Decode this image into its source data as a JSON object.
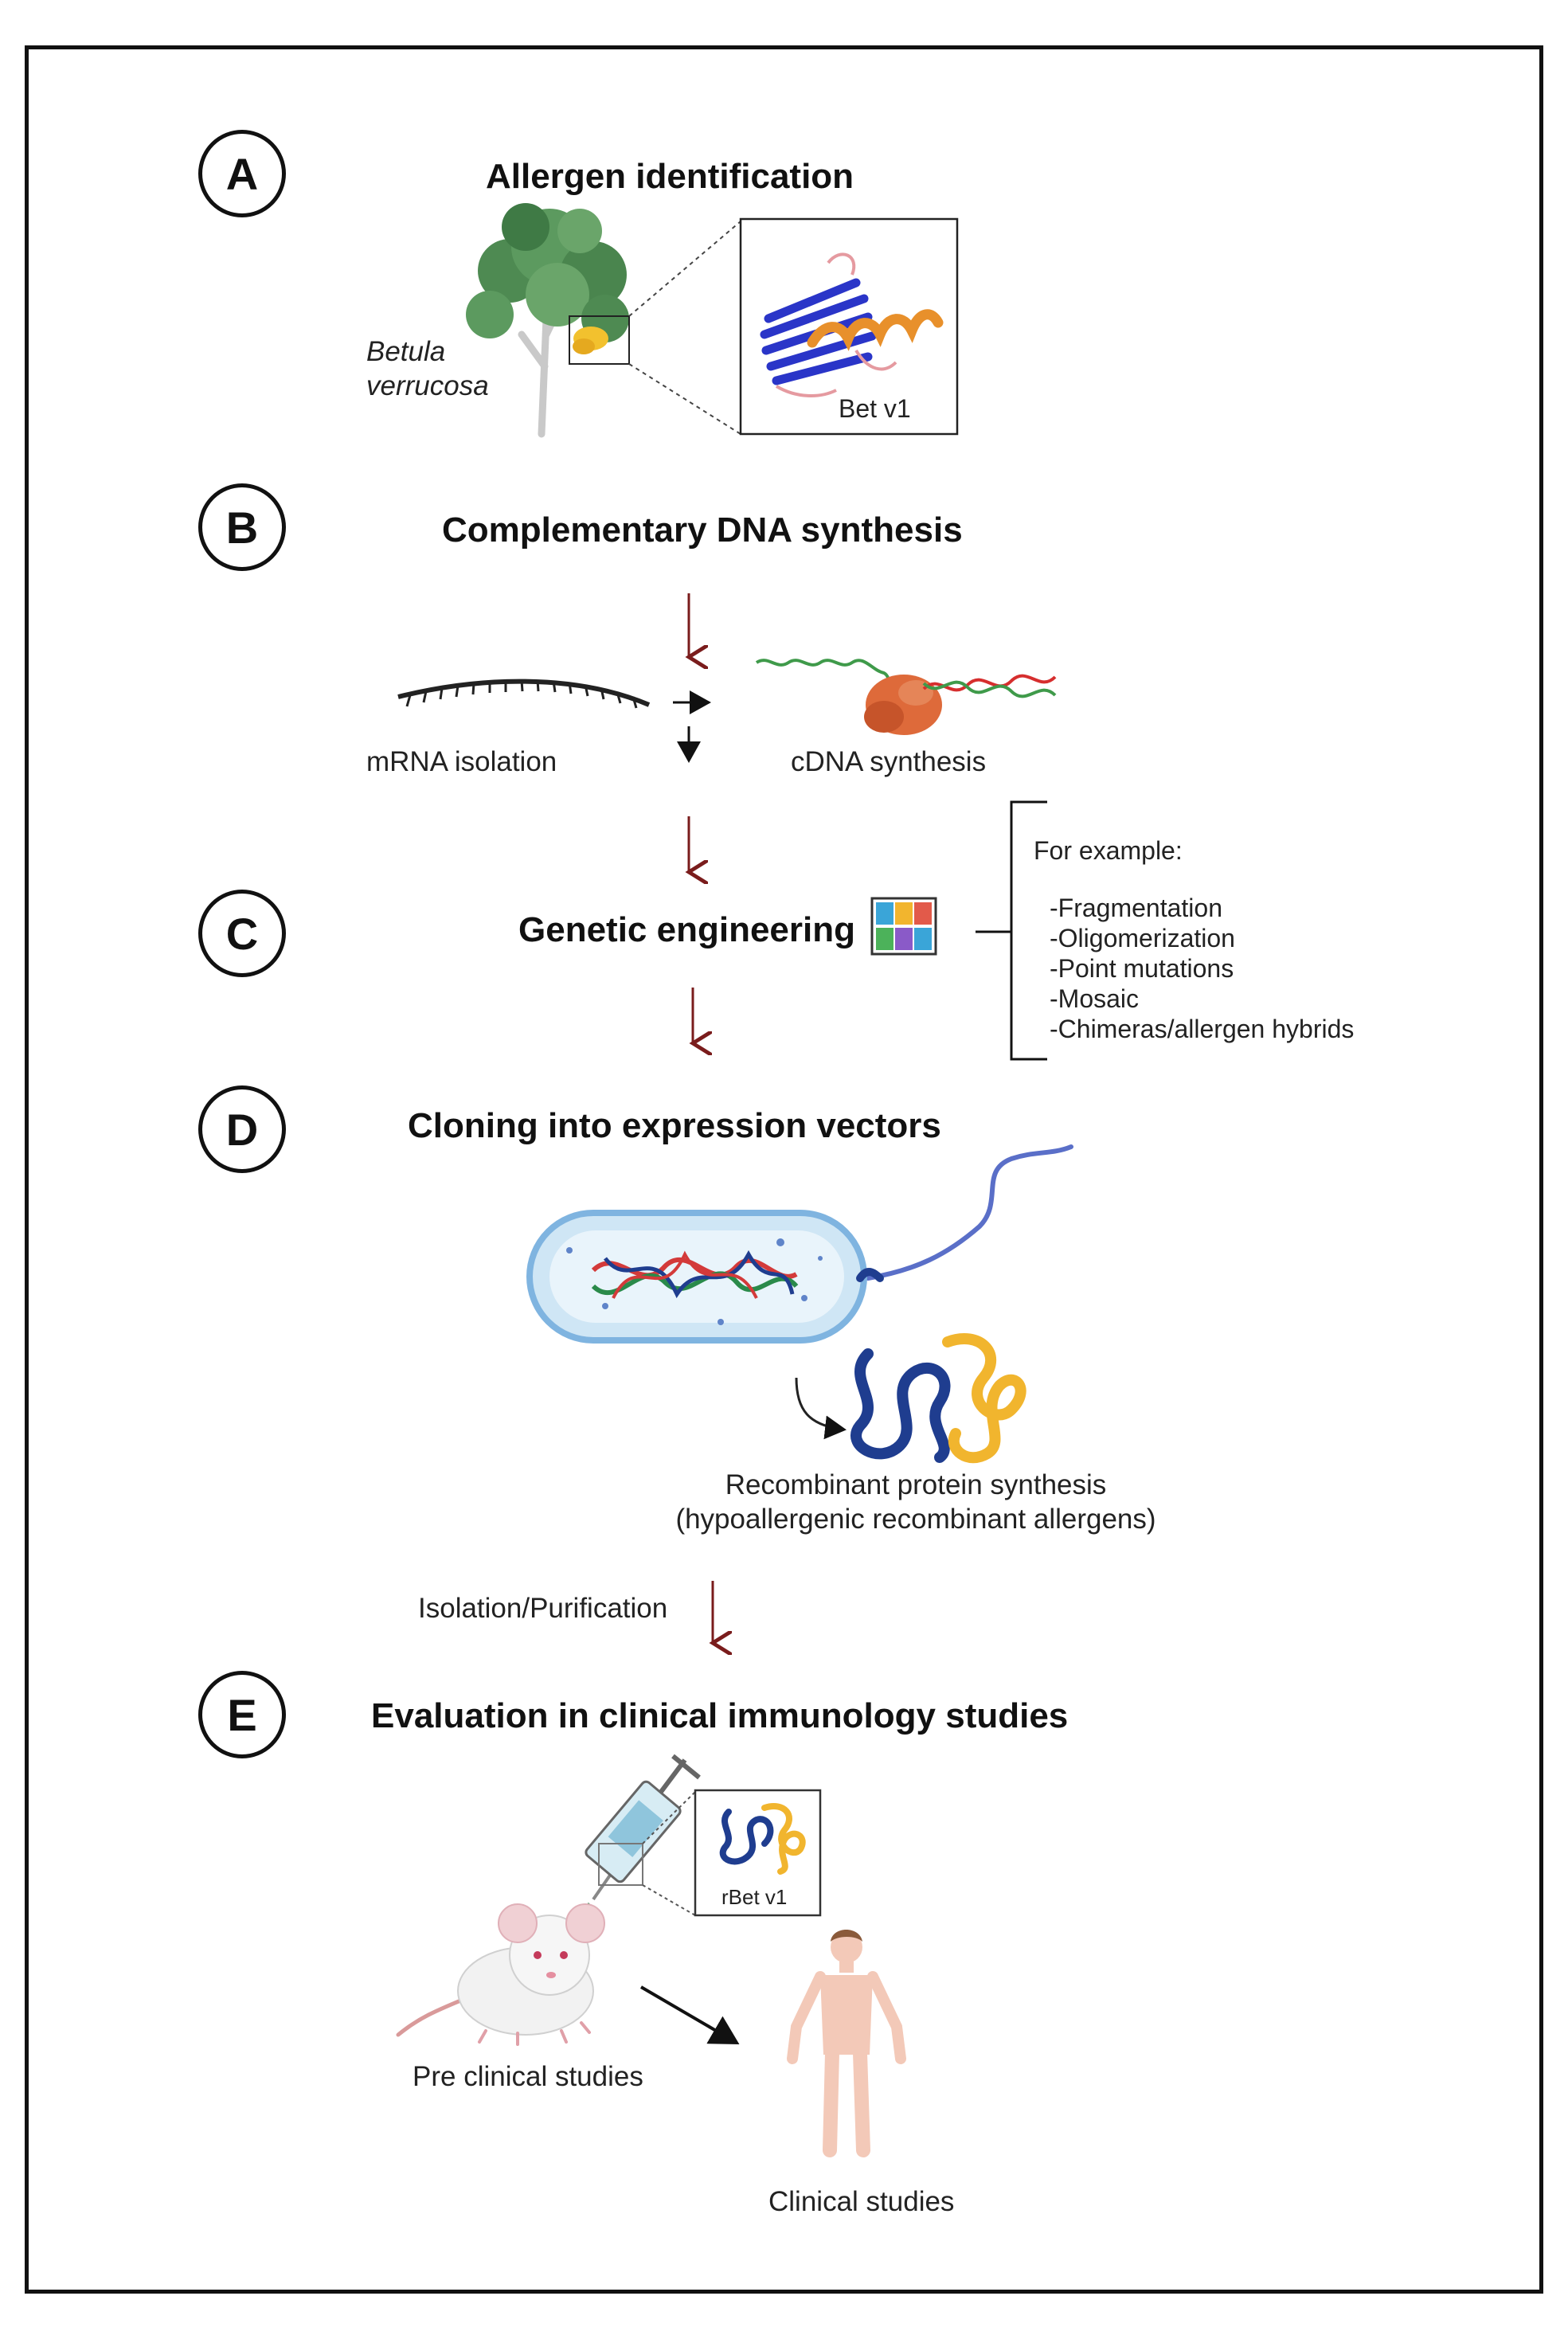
{
  "steps": [
    {
      "letter": "A",
      "title": "Allergen identification"
    },
    {
      "letter": "B",
      "title": "Complementary DNA synthesis"
    },
    {
      "letter": "C",
      "title": "Genetic engineering"
    },
    {
      "letter": "D",
      "title": "Cloning into expression vectors"
    },
    {
      "letter": "E",
      "title": "Evaluation in clinical immunology studies"
    }
  ],
  "section_a": {
    "species_line1": "Betula",
    "species_line2": "verrucosa",
    "protein": "Bet v1"
  },
  "section_b": {
    "mrna": "mRNA isolation",
    "cdna": "cDNA synthesis"
  },
  "section_c": {
    "examples_heading": "For example:",
    "examples": [
      "-Fragmentation",
      "-Oligomerization",
      "-Point mutations",
      "-Mosaic",
      "-Chimeras/allergen hybrids"
    ]
  },
  "section_d": {
    "line1": "Recombinant protein synthesis",
    "line2": "(hypoallergenic recombinant allergens)"
  },
  "isolation": "Isolation/Purification",
  "section_e": {
    "vial": "rBet v1",
    "preclinical": "Pre clinical studies",
    "clinical": "Clinical studies"
  },
  "colors": {
    "arrow": "#7a1c1c",
    "protein_blue": "#1f3d8f",
    "protein_gold": "#f1b52e",
    "helix": "#e8902b"
  }
}
